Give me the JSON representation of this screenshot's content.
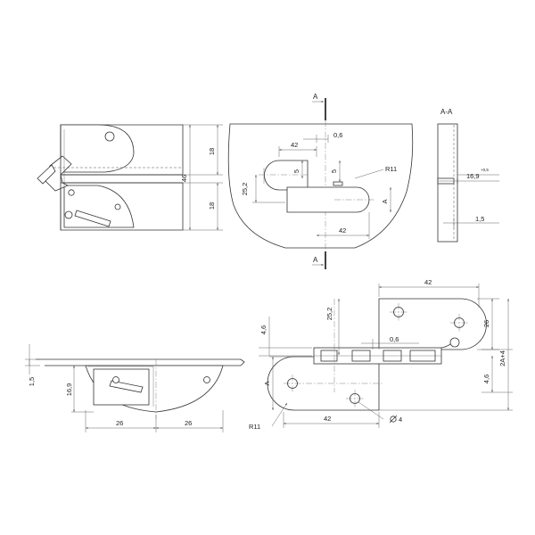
{
  "section_a_a": "A-A",
  "cut_marker": "A",
  "view1": {
    "dim_18_upper": "18",
    "dim_46": "46",
    "dim_18_lower": "18"
  },
  "view2": {
    "dim_42_top": "42",
    "dim_0_6": "0,6",
    "dim_5_left": "5",
    "dim_5_right": "5",
    "dim_r11": "R11",
    "dim_25_2": "25,2",
    "dim_a": "A",
    "dim_42_bottom": "42"
  },
  "view3": {
    "dim_16_9": "16,9",
    "dim_16_9_tol": "+0,5",
    "dim_1_5": "1,5"
  },
  "view4": {
    "dim_1_5": "1,5",
    "dim_16_9": "16,9",
    "dim_26_left": "26",
    "dim_26_right": "26"
  },
  "view5": {
    "dim_42_top": "42",
    "dim_25_2": "25,2",
    "dim_26": "26",
    "dim_4_6_left": "4,6",
    "dim_0_6": "0,6",
    "dim_2a_4": "2A+4",
    "dim_a": "A",
    "dim_4_6_right": "4,6",
    "dim_r11": "R11",
    "dim_42_bottom": "42",
    "dim_dia_4": "4"
  }
}
